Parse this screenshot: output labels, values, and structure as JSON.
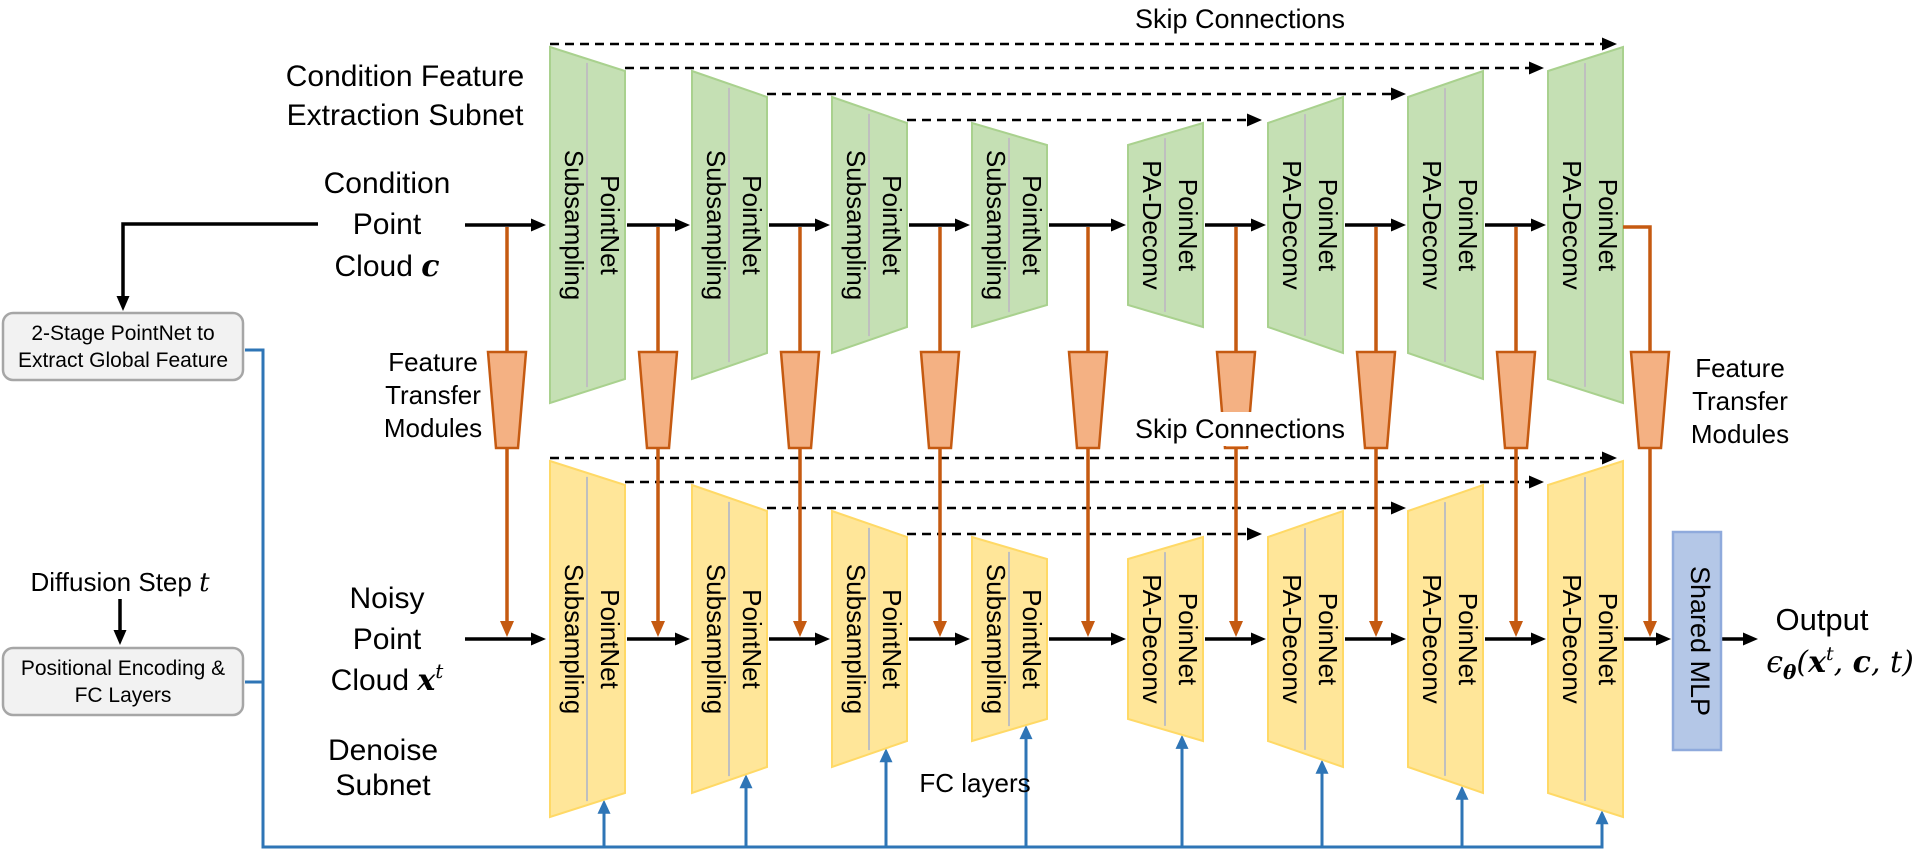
{
  "colors": {
    "green_fill": "#C5E0B4",
    "green_stroke": "#A9D18E",
    "yellow_fill": "#FFE699",
    "yellow_stroke": "#FFD966",
    "orange": "#C55A11",
    "orange_fill": "#F4B183",
    "blue": "#2E75B6",
    "mlp_fill": "#B4C7E7",
    "mlp_stroke": "#8FAADC",
    "green_text": "#538135",
    "gold_text": "#BF8F00",
    "box_fill": "#F2F2F2",
    "box_stroke": "#A6A6A6",
    "divider": "#BFBFBF",
    "black": "#000000"
  },
  "skip_connections": {
    "top": "Skip Connections",
    "middle": "Skip Connections"
  },
  "condition_subnet": {
    "line1": "Condition Feature",
    "line2": "Extraction Subnet"
  },
  "denoise_subnet": {
    "line1": "Denoise",
    "line2": "Subnet"
  },
  "condition_input": {
    "line1": "Condition",
    "line2": "Point",
    "line3_pre": "Cloud ",
    "line3_var": "c"
  },
  "noisy_input": {
    "line1": "Noisy",
    "line2": "Point",
    "line3_pre": "Cloud ",
    "line3_var": "x",
    "line3_sup": "t"
  },
  "diffusion_step": {
    "pre": "Diffusion Step ",
    "var": "t"
  },
  "global_feature_box": {
    "line1": "2-Stage PointNet to",
    "line2": "Extract Global Feature"
  },
  "positional_box": {
    "line1": "Positional Encoding &",
    "line2": "FC Layers"
  },
  "feature_transfer": {
    "line1": "Feature",
    "line2": "Transfer",
    "line3": "Modules"
  },
  "fc_layers": "FC layers",
  "shared_mlp": "Shared MLP",
  "output": {
    "title": "Output",
    "eps": "ϵ",
    "theta": "θ",
    "open": "(",
    "x": "x",
    "sup": "t",
    "comma1": ", ",
    "c": "c",
    "comma2": ", ",
    "t": "t",
    "close": ")"
  },
  "encoder_block": {
    "col1": "Subsampling",
    "col2": "PointNet"
  },
  "decoder_block": {
    "col1": "PA-Deconv",
    "col2": "PoinNet"
  }
}
